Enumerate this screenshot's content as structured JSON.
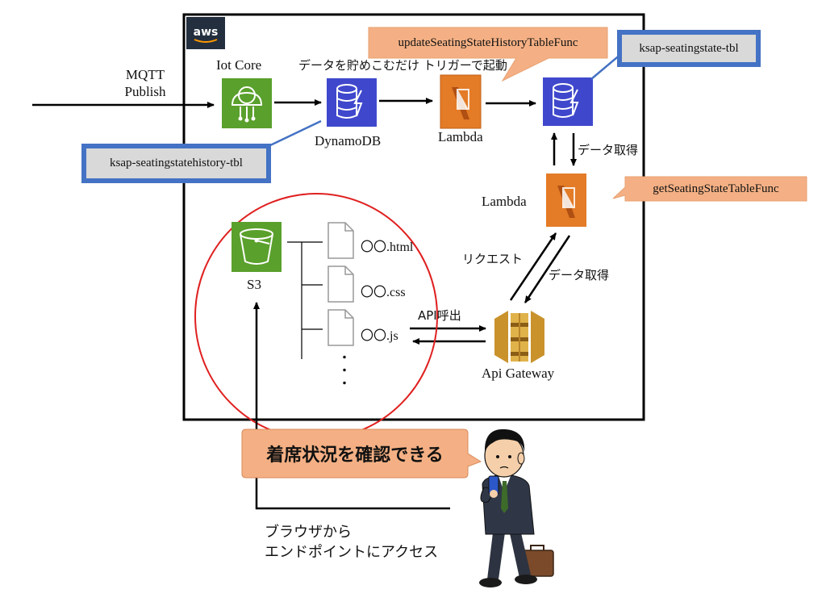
{
  "aws_badge": "aws",
  "input": {
    "line1": "MQTT",
    "line2": "Publish"
  },
  "services": {
    "iot_core": "Iot Core",
    "dynamodb": "DynamoDB",
    "lambda1": "Lambda",
    "lambda2": "Lambda",
    "s3": "S3",
    "api_gateway": "Api Gateway"
  },
  "annotations": {
    "trigger_note": "データを貯めこむだけ トリガーで起動",
    "data_get_1": "データ取得",
    "request": "リクエスト",
    "data_get_2": "データ取得",
    "api_call": "API呼出"
  },
  "tags": {
    "update_func": "updateSeatingStateHistoryTableFunc",
    "state_tbl": "ksap-seatingstate-tbl",
    "history_tbl": "ksap-seatingstatehistory-tbl",
    "get_func": "getSeatingStateTableFunc"
  },
  "files": [
    "〇〇.html",
    "〇〇.css",
    "〇〇.js"
  ],
  "ellipsis": "・\n・\n・",
  "callout": "着席状況を確認できる",
  "browser_note": {
    "line1": "ブラウザから",
    "line2": "エンドポイントにアクセス"
  },
  "colors": {
    "iot_green": "#3f8624",
    "dynamo_blue": "#3b48cc",
    "lambda_orange": "#e07b24",
    "s3_green": "#3f8624",
    "api_gold": "#c99a2e",
    "tag_blue": "#4472c4",
    "tag_orange": "#f4b084",
    "circle_red": "#e02020"
  }
}
